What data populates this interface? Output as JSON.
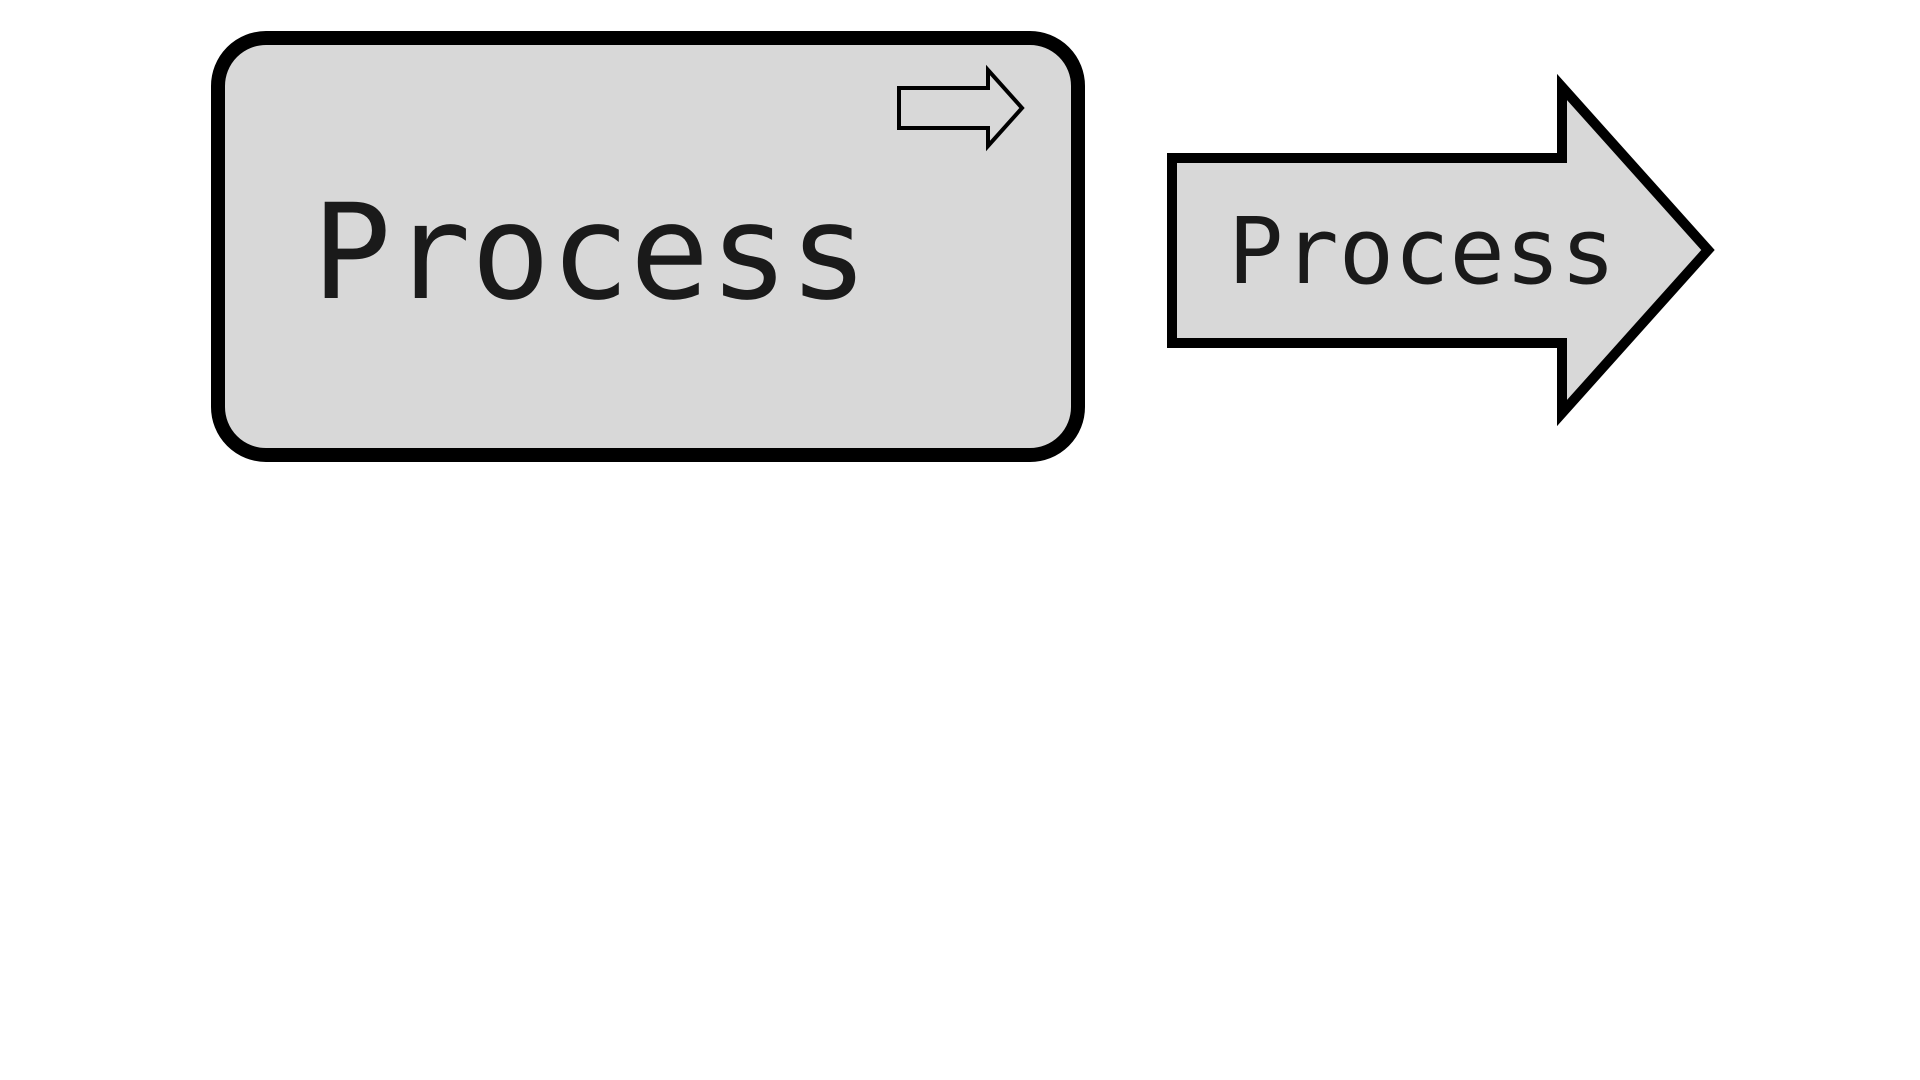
{
  "page": {
    "background_color": "#ffffff"
  },
  "diagram": {
    "process_box": {
      "label": "Process",
      "shape": "rounded-rectangle",
      "fill": "#d8d8d8",
      "stroke": "#000000",
      "icon": "arrow-right-icon"
    },
    "process_arrow": {
      "label": "Process",
      "shape": "fat-arrow-right",
      "fill": "#d8d8d8",
      "stroke": "#000000"
    }
  }
}
